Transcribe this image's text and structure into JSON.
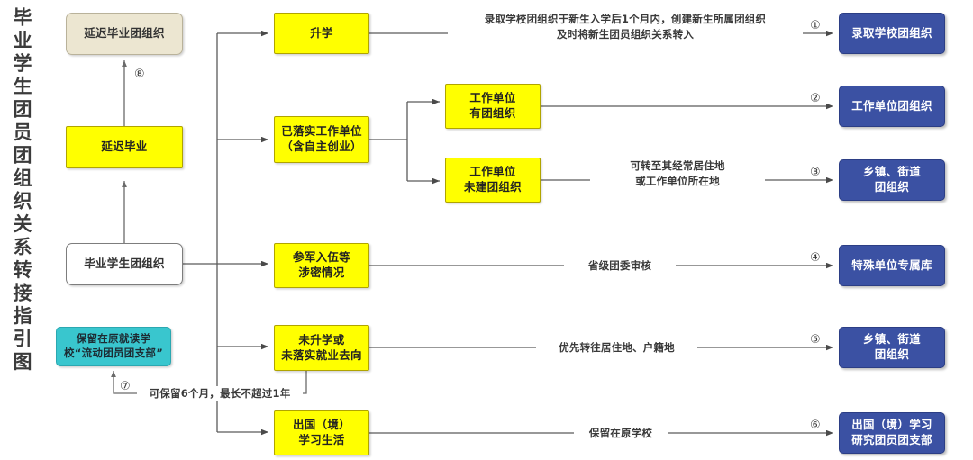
{
  "title": {
    "vertical_text": "毕业学生团员团组织关系转接指引图"
  },
  "colors": {
    "yellow": "#ffff00",
    "blue": "#3b51a3",
    "cyan": "#39c6ce",
    "beige": "#ece6d1",
    "white": "#ffffff",
    "line": "#5a5a5a"
  },
  "nodes": {
    "delayed_grad_org": "延迟毕业团组织",
    "delayed_grad": "延迟毕业",
    "graduate_org": "毕业学生团组织",
    "keep_in_school": "保留在原就读学\n校“流动团员团支部”",
    "further_study": "升学",
    "employed": "已落实工作单位\n（含自主创业）",
    "unit_has_org": "工作单位\n有团组织",
    "unit_no_org": "工作单位\n未建团组织",
    "military": "参军入伍等\n涉密情况",
    "not_employed": "未升学或\n未落实就业去向",
    "abroad": "出国（境）\n学习生活"
  },
  "targets": {
    "t1": "录取学校团组织",
    "t2": "工作单位团组织",
    "t3": "乡镇、街道\n团组织",
    "t4": "特殊单位专属库",
    "t5": "乡镇、街道\n团组织",
    "t6": "出国（境）学习\n研究团员团支部"
  },
  "edge_labels": {
    "e1": "录取学校团组织于新生入学后1个月内，创建新生所属团组织\n及时将新生团员组织关系转入",
    "e3": "可转至其经常居住地\n或工作单位所在地",
    "e4": "省级团委审核",
    "e5": "优先转往居住地、户籍地",
    "e6": "保留在原学校",
    "e7": "可保留6个月，最长不超过1年"
  },
  "markers": {
    "m1": "①",
    "m2": "②",
    "m3": "③",
    "m4": "④",
    "m5": "⑤",
    "m6": "⑥",
    "m7": "⑦",
    "m8": "⑧"
  }
}
